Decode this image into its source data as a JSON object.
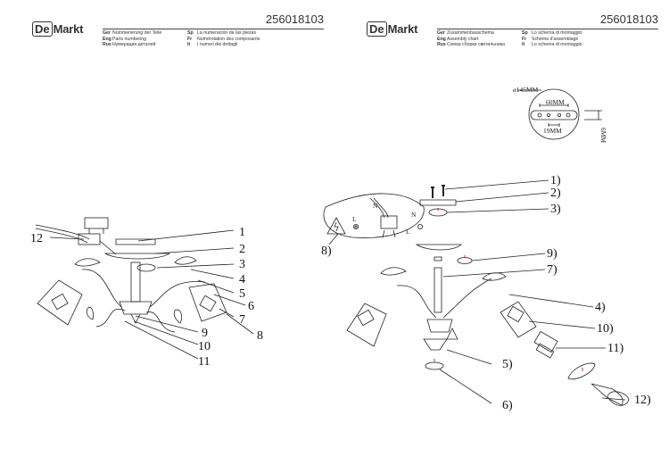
{
  "brand": {
    "logo_box": "De",
    "logo_rest": "Markt"
  },
  "product_code": "256018103",
  "left_page": {
    "legend_col1": [
      {
        "lang": "Ger",
        "text": "Nummerierung der Teile"
      },
      {
        "lang": "Eng",
        "text": "Parts numbering"
      },
      {
        "lang": "Rus",
        "text": "Нумерация деталей"
      }
    ],
    "legend_col2": [
      {
        "lang": "Sp",
        "text": "La numeración de las piezas"
      },
      {
        "lang": "Fr",
        "text": "Numérotation des composants"
      },
      {
        "lang": "It",
        "text": "I numeri dei dettagli"
      }
    ],
    "part_labels": {
      "p1": "1",
      "p2": "2",
      "p3": "3",
      "p4": "4",
      "p5": "5",
      "p6": "6",
      "p7": "7",
      "p8": "8",
      "p9": "9",
      "p10": "10",
      "p11": "11",
      "p12": "12"
    }
  },
  "right_page": {
    "legend_col1": [
      {
        "lang": "Ger",
        "text": "Zusammenbauschema"
      },
      {
        "lang": "Eng",
        "text": "Assembly chart"
      },
      {
        "lang": "Rus",
        "text": "Схема сборки светильника"
      }
    ],
    "legend_col2": [
      {
        "lang": "Sp",
        "text": "Lo schema di montaggio"
      },
      {
        "lang": "Fr",
        "text": "Schéma d'assemblage"
      },
      {
        "lang": "It",
        "text": "Lo schema di montaggio"
      }
    ],
    "dimensions": {
      "diameter": "ø145MM",
      "spacing": "60MM",
      "inner": "19MM",
      "height": "6MM"
    },
    "part_labels": {
      "p1": "1)",
      "p2": "2)",
      "p3": "3)",
      "p4": "4)",
      "p5": "5)",
      "p6": "6)",
      "p7": "7)",
      "p8": "8)",
      "p9": "9)",
      "p10": "10)",
      "p11": "11)",
      "p12": "12)"
    },
    "wire_labels": {
      "n1": "N",
      "n2": "N",
      "l1": "L",
      "l2": "L"
    }
  }
}
